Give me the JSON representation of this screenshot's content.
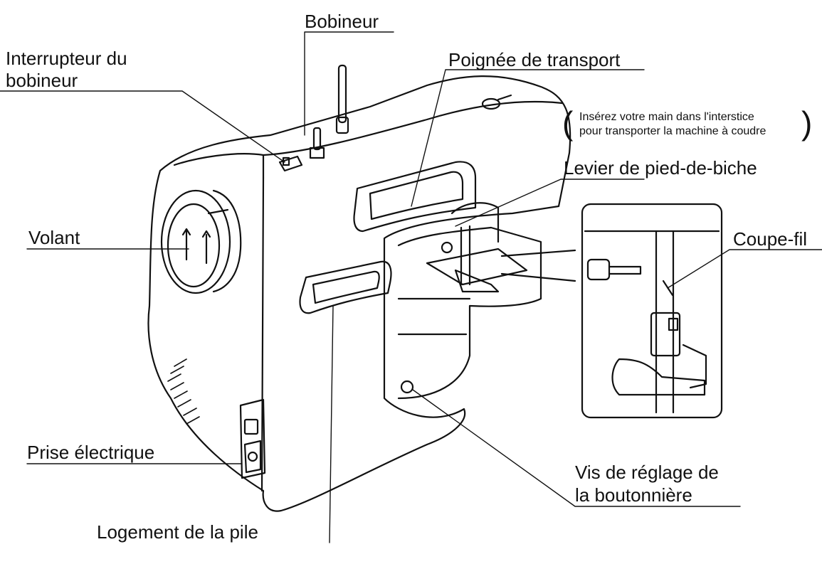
{
  "labels": {
    "bobineur": "Bobineur",
    "interrupteur_line1": "Interrupteur du",
    "interrupteur_line2": "bobineur",
    "poignee": "Poignée de transport",
    "poignee_note_line1": "Insérez votre main dans l'interstice",
    "poignee_note_line2": "pour transporter la machine à coudre",
    "levier": "Levier de pied-de-biche",
    "volant": "Volant",
    "coupe_fil": "Coupe-fil",
    "prise": "Prise électrique",
    "vis_line1": "Vis de réglage de",
    "vis_line2": "la boutonnière",
    "logement": "Logement de la pile"
  },
  "paren_open": "(",
  "paren_close": ")"
}
